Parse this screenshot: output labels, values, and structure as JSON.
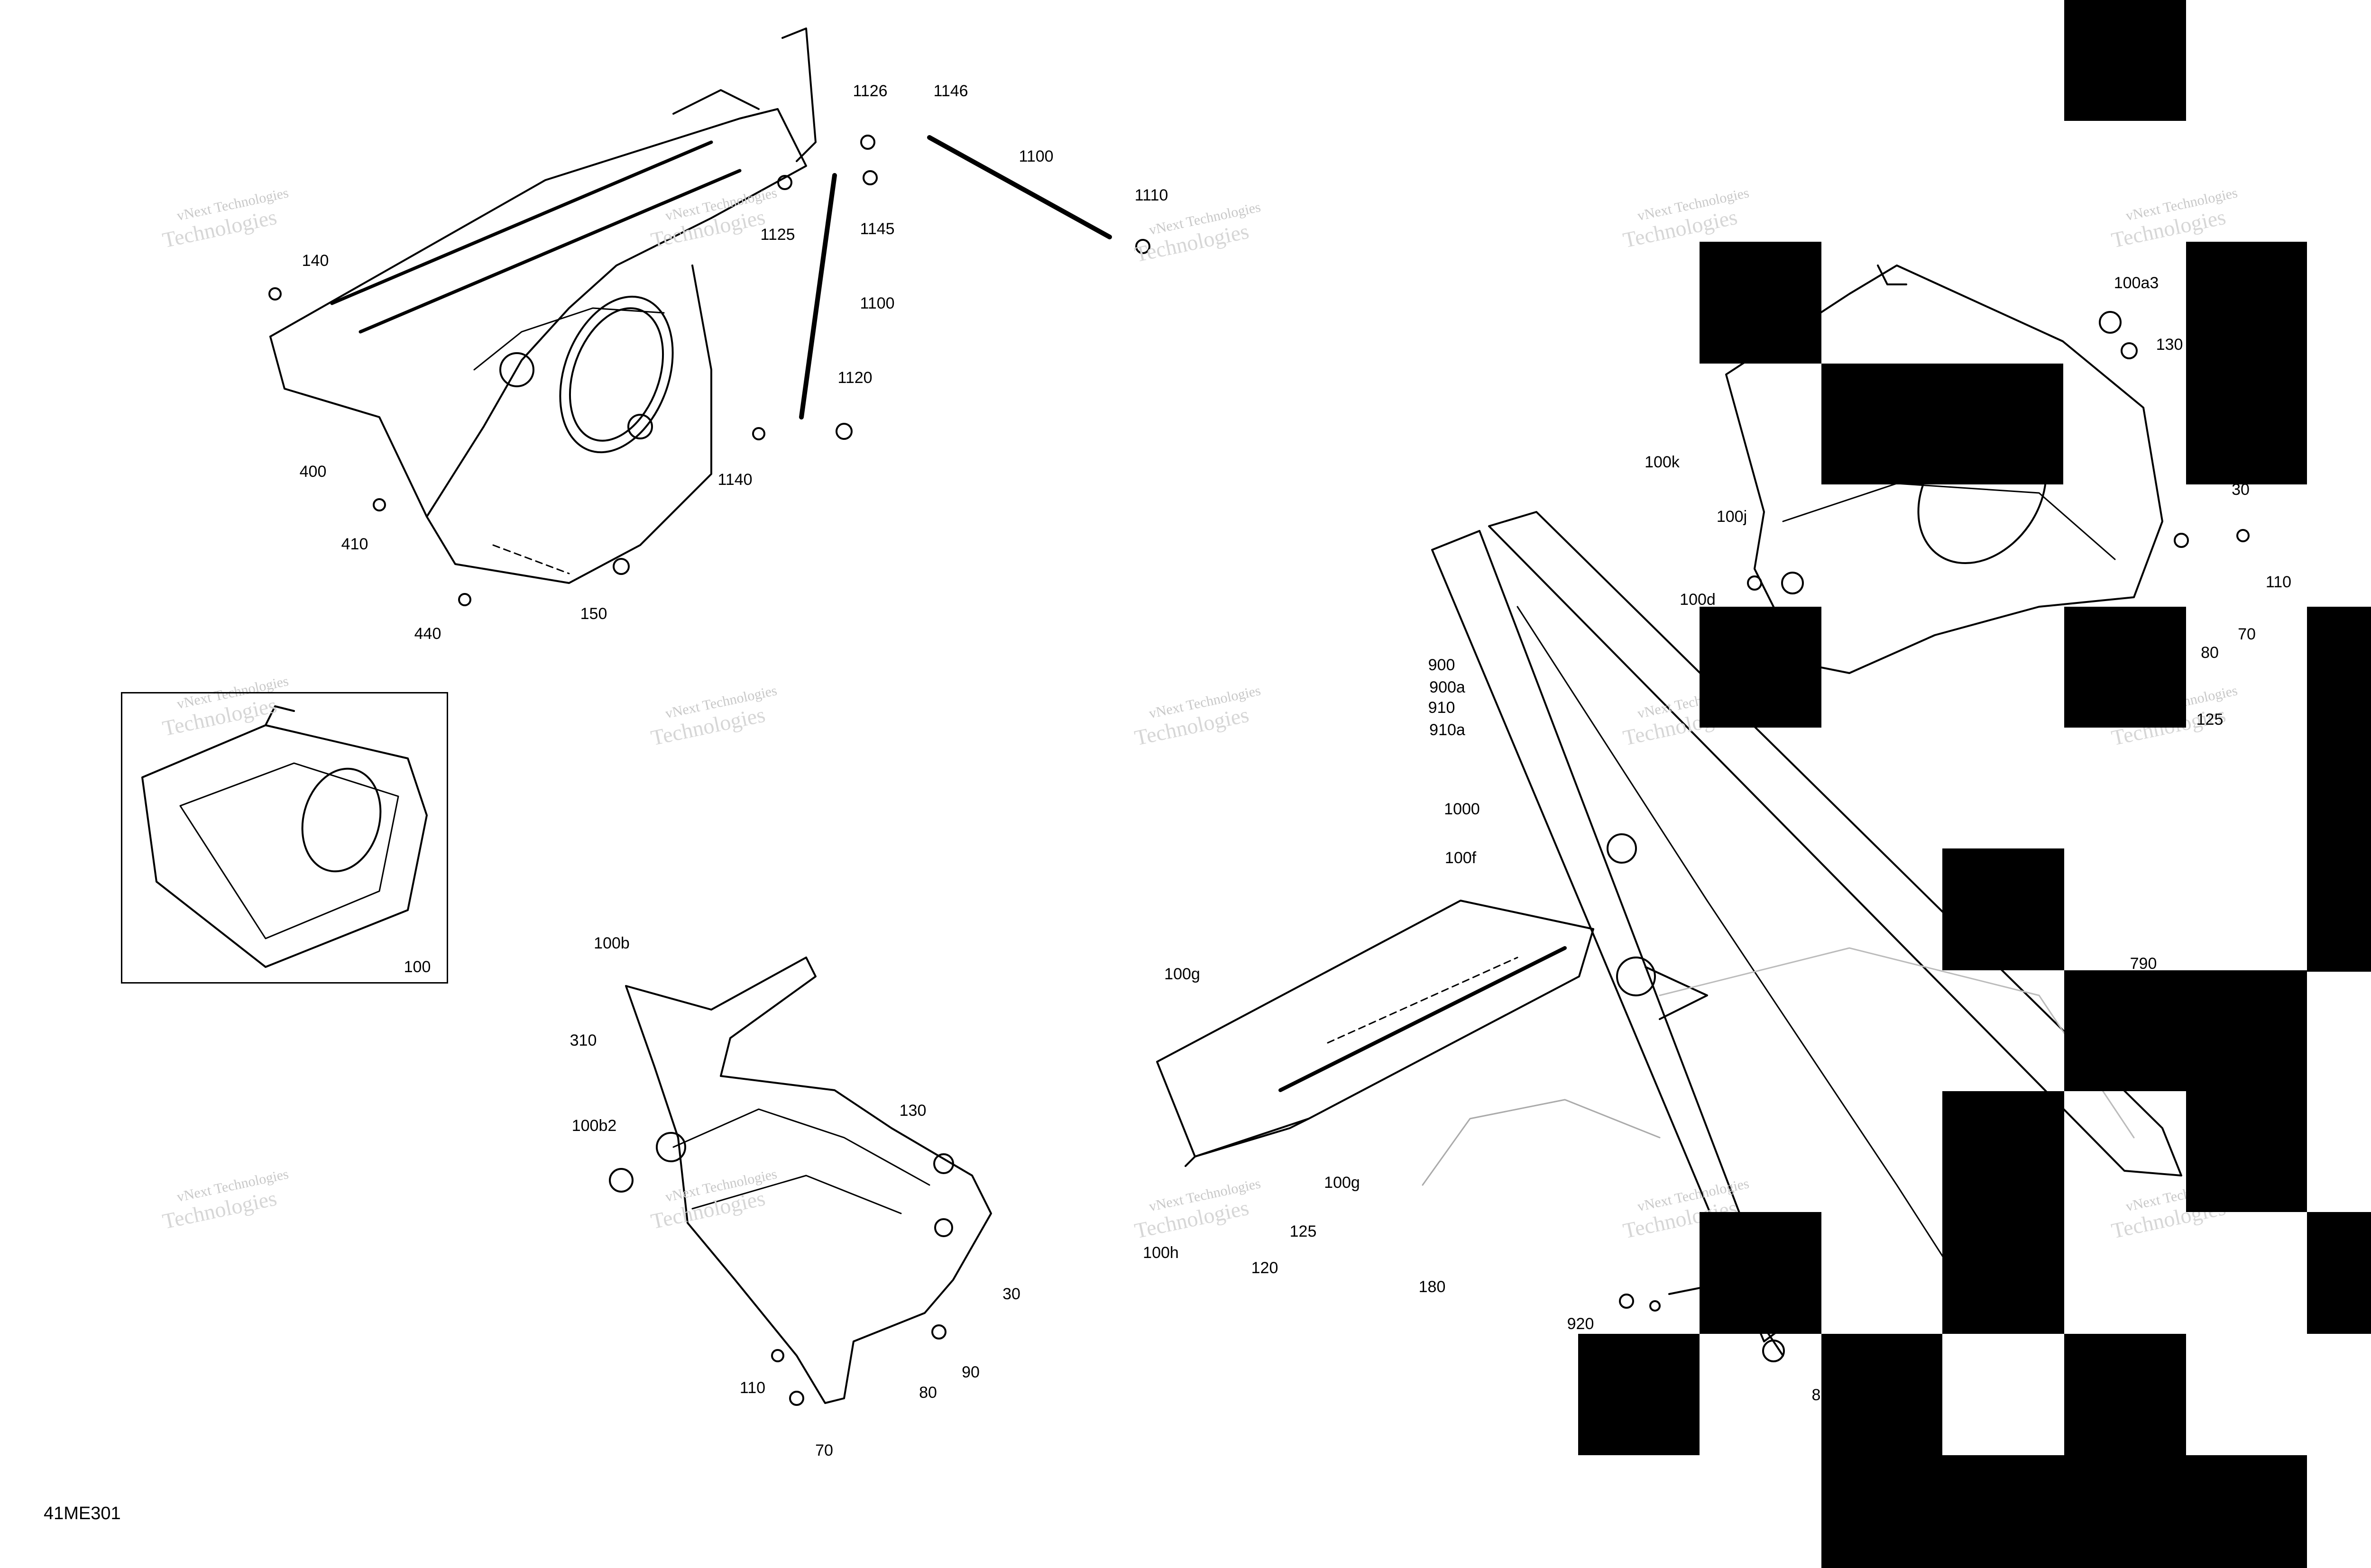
{
  "document_code": "41ME301",
  "watermark": {
    "line1": "vNext Technologies",
    "line2": "Technologies"
  },
  "inset_label": "100",
  "callouts": [
    "1126",
    "1146",
    "1100",
    "1110",
    "1125",
    "1145",
    "1100",
    "1120",
    "1140",
    "140",
    "400",
    "410",
    "440",
    "150",
    "100b",
    "310",
    "100b2",
    "130",
    "30",
    "110",
    "80",
    "90",
    "70",
    "900",
    "900a",
    "910",
    "910a",
    "1000",
    "100f",
    "100g",
    "100g",
    "125",
    "120",
    "100h",
    "180",
    "100a3",
    "130",
    "100k",
    "100j",
    "30",
    "100d",
    "110",
    "70",
    "80",
    "125",
    "790",
    "920",
    "8"
  ]
}
